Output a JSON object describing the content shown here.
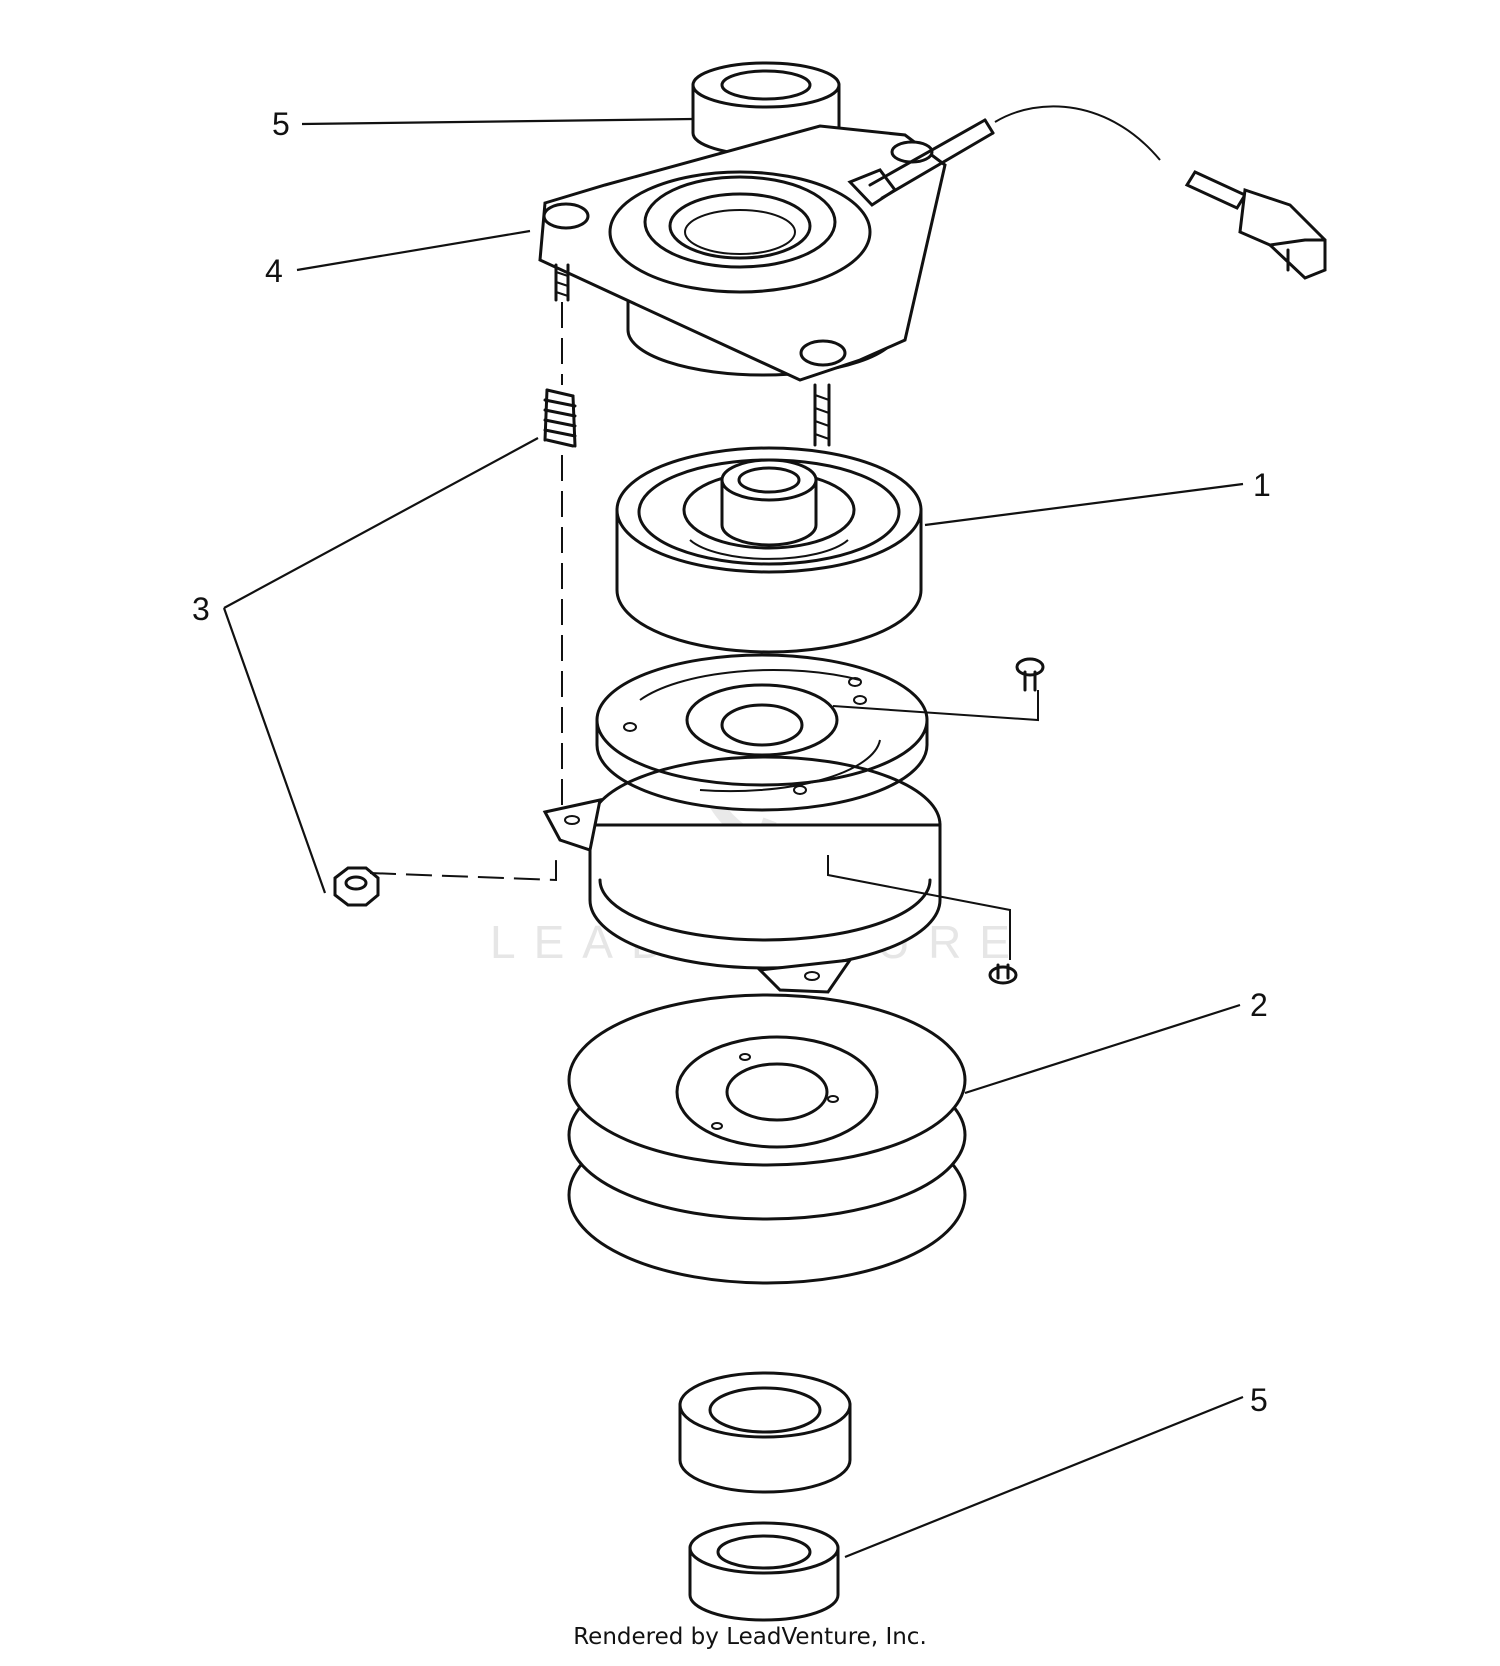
{
  "callouts": {
    "c1": "1",
    "c2": "2",
    "c3": "3",
    "c4": "4",
    "c5_top": "5",
    "c5_bottom": "5"
  },
  "watermark": "LEADVENTURE",
  "footer": "Rendered by LeadVenture, Inc."
}
